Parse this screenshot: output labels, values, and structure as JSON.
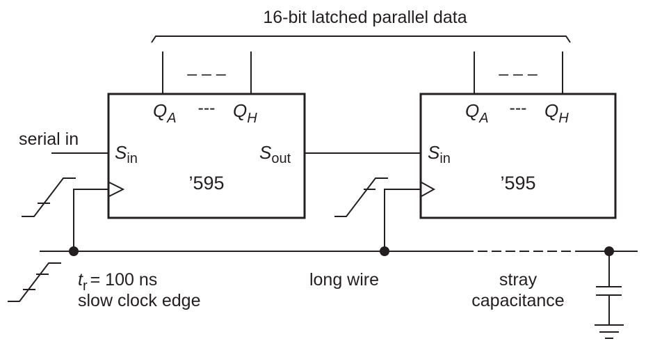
{
  "title": "16-bit latched parallel data",
  "inputs": {
    "serial_in": "serial in"
  },
  "chips": [
    {
      "part": "’595",
      "pins": {
        "q_first": "Q",
        "q_first_sub": "A",
        "q_last": "Q",
        "q_last_sub": "H",
        "q_ellipsis": "---",
        "serial_in": "S",
        "serial_in_sub": "in",
        "serial_out": "S",
        "serial_out_sub": "out"
      },
      "output_bus_ellipsis": "– – –"
    },
    {
      "part": "’595",
      "pins": {
        "q_first": "Q",
        "q_first_sub": "A",
        "q_last": "Q",
        "q_last_sub": "H",
        "q_ellipsis": "---",
        "serial_in": "S",
        "serial_in_sub": "in"
      },
      "output_bus_ellipsis": "– – –"
    }
  ],
  "clock": {
    "rise_time_symbol": "t",
    "rise_time_sub": "r",
    "rise_time_value": "= 100 ns",
    "description": "slow clock edge"
  },
  "wire_label": "long wire",
  "capacitance_label": [
    "stray",
    "capacitance"
  ],
  "colors": {
    "ink": "#231f20",
    "background": "#ffffff"
  }
}
